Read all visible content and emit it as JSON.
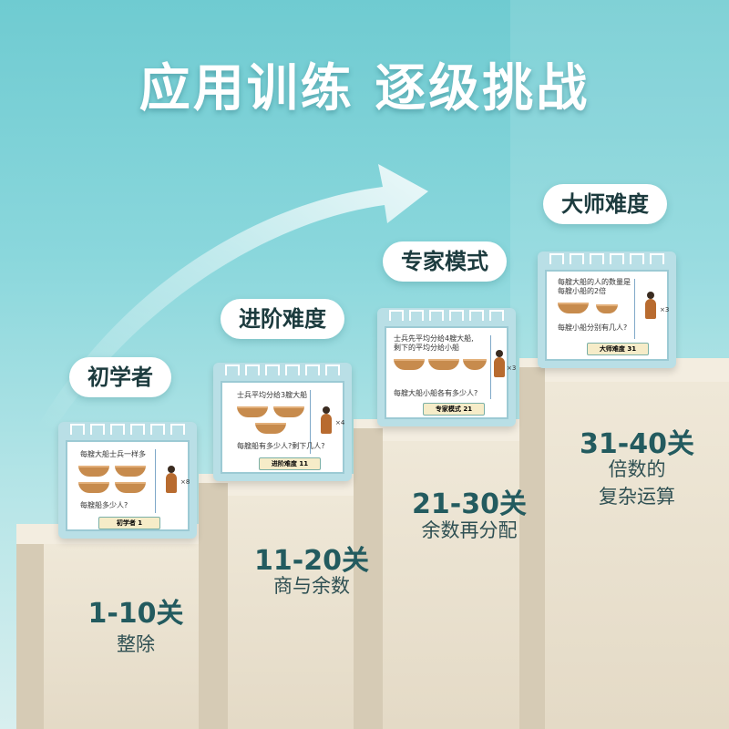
{
  "headline": "应用训练 逐级挑战",
  "colors": {
    "text_dark": "#235b5f",
    "card_border": "#9ccad4",
    "arrow": "#ffffff"
  },
  "levels": [
    {
      "pill": "初学者",
      "range": "1-10关",
      "desc": [
        "整除"
      ],
      "card": {
        "q1": "每艘大船士兵一样多",
        "q2": "每艘船多少人?",
        "mult": "×8",
        "badge": "初学者 1"
      }
    },
    {
      "pill": "进阶难度",
      "range": "11-20关",
      "desc": [
        "商与余数"
      ],
      "card": {
        "q1": "士兵平均分给3艘大船",
        "q2": "每艘船有多少人?剩下几人?",
        "mult": "×4",
        "badge": "进阶难度 11"
      }
    },
    {
      "pill": "专家模式",
      "range": "21-30关",
      "desc": [
        "余数再分配"
      ],
      "card": {
        "q1": "士兵先平均分给4艘大船,",
        "q1b": "剩下的平均分给小船",
        "q2": "每艘大船小船各有多少人?",
        "mult": "×3",
        "badge": "专家模式 21"
      }
    },
    {
      "pill": "大师难度",
      "range": "31-40关",
      "desc": [
        "倍数的",
        "复杂运算"
      ],
      "card": {
        "q1": "每艘大船的人的数量是",
        "q1b": "每艘小船的2倍",
        "q2": "每艘小船分别有几人?",
        "mult": "×3",
        "badge": "大师难度 31"
      }
    }
  ]
}
